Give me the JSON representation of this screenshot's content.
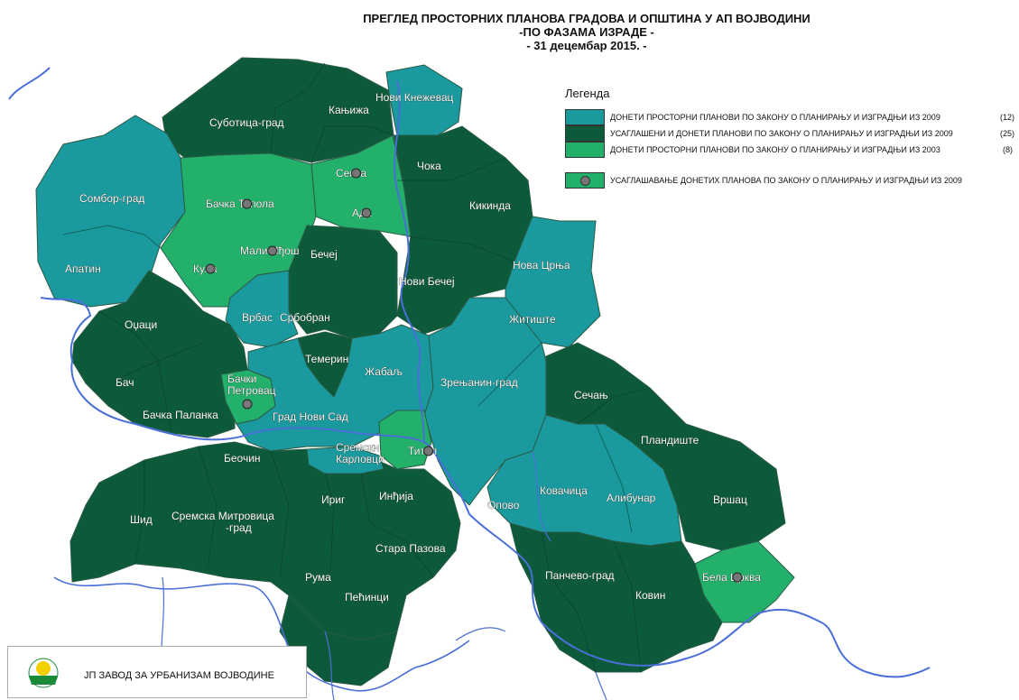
{
  "title": {
    "line1": "ПРЕГЛЕД ПРОСТОРНИХ ПЛАНОВА ГРАДОВА И ОПШТИНА У АП ВОЈВОДИНИ",
    "line2": "-ПО ФАЗАМА ИЗРАДЕ -",
    "line3": "- 31 децембар  2015. -"
  },
  "legend": {
    "title": "Легенда",
    "items": [
      {
        "text": "ДОНЕТИ ПРОСТОРНИ ПЛАНОВИ ПО ЗАКОНУ О ПЛАНИРАЊУ И ИЗГРАДЊИ ИЗ 2009",
        "count": "(12)",
        "color": "#1a9a9e"
      },
      {
        "text": "УСАГЛАШЕНИ И ДОНЕТИ ПЛАНОВИ ПО ЗАКОНУ О ПЛАНИРАЊУ И ИЗГРАДЊИ ИЗ 2009",
        "count": "(25)",
        "color": "#0c5a3a"
      },
      {
        "text": "ДОНЕТИ ПРОСТОРНИ ПЛАНОВИ ПО ЗАКОНУ О ПЛАНИРАЊУ И ИЗГРАДЊИ ИЗ 2003",
        "count": "(8)",
        "color": "#23b06a"
      },
      {
        "text": "УСАГЛАШАВАЊЕ ДОНЕТИХ ПЛАНОВА ПО ЗАКОНУ О ПЛАНИРАЊУ И ИЗГРАДЊИ ИЗ 2009",
        "count": "",
        "color": "#23b06a"
      }
    ]
  },
  "colors": {
    "teal": "#1a9a9e",
    "dark_green": "#0c5a3a",
    "light_green": "#23b06a",
    "river": "#4a6fd8",
    "border": "#2a5a46"
  },
  "municipalities": [
    {
      "name": "Нови Кнежевац",
      "status": "teal"
    },
    {
      "name": "Кањижа",
      "status": "dark_green"
    },
    {
      "name": "Суботица-град",
      "status": "dark_green"
    },
    {
      "name": "Сента",
      "status": "light_green"
    },
    {
      "name": "Чока",
      "status": "dark_green"
    },
    {
      "name": "Сомбор-град",
      "status": "teal"
    },
    {
      "name": "Бачка Топола",
      "status": "light_green"
    },
    {
      "name": "Ада",
      "status": "light_green"
    },
    {
      "name": "Кикинда",
      "status": "dark_green"
    },
    {
      "name": "Мали Иђош",
      "status": "light_green"
    },
    {
      "name": "Кула",
      "status": "light_green"
    },
    {
      "name": "Апатин",
      "status": "teal"
    },
    {
      "name": "Бечеј",
      "status": "dark_green"
    },
    {
      "name": "Нова Црња",
      "status": "teal"
    },
    {
      "name": "Нови Бечеј",
      "status": "dark_green"
    },
    {
      "name": "Оџаци",
      "status": "dark_green"
    },
    {
      "name": "Врбас",
      "status": "teal"
    },
    {
      "name": "Србобран",
      "status": "dark_green"
    },
    {
      "name": "Житиште",
      "status": "teal"
    },
    {
      "name": "Темерин",
      "status": "dark_green"
    },
    {
      "name": "Бач",
      "status": "dark_green"
    },
    {
      "name": "Бачки Петровац",
      "status": "light_green"
    },
    {
      "name": "Жабаљ",
      "status": "teal"
    },
    {
      "name": "Зрењанин-град",
      "status": "teal"
    },
    {
      "name": "Сечањ",
      "status": "dark_green"
    },
    {
      "name": "Град Нови Сад",
      "status": "teal"
    },
    {
      "name": "Бачка Паланка",
      "status": "dark_green"
    },
    {
      "name": "Тител",
      "status": "light_green"
    },
    {
      "name": "Пландиште",
      "status": "dark_green"
    },
    {
      "name": "Сремски Карловци",
      "status": "teal"
    },
    {
      "name": "Беочин",
      "status": "dark_green"
    },
    {
      "name": "Ковачица",
      "status": "teal"
    },
    {
      "name": "Алибунар",
      "status": "teal"
    },
    {
      "name": "Ириг",
      "status": "dark_green"
    },
    {
      "name": "Инђија",
      "status": "dark_green"
    },
    {
      "name": "Вршац",
      "status": "dark_green"
    },
    {
      "name": "Опово",
      "status": "teal"
    },
    {
      "name": "Шид",
      "status": "dark_green"
    },
    {
      "name": "Сремска Митровица -град",
      "status": "dark_green"
    },
    {
      "name": "Стара Пазова",
      "status": "dark_green"
    },
    {
      "name": "Панчево-град",
      "status": "dark_green"
    },
    {
      "name": "Бела Црква",
      "status": "light_green"
    },
    {
      "name": "Рума",
      "status": "dark_green"
    },
    {
      "name": "Ковин",
      "status": "dark_green"
    },
    {
      "name": "Пећинци",
      "status": "dark_green"
    }
  ],
  "footer": {
    "org": "ЈП ЗАВОД ЗА УРБАНИЗАМ ВОЈВОДИНЕ"
  }
}
